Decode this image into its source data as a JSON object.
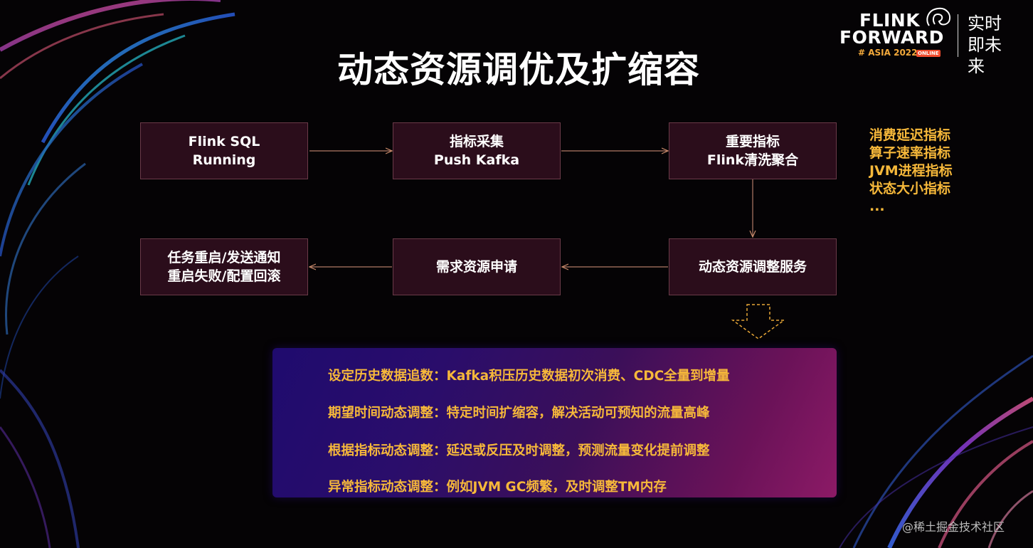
{
  "title": "动态资源调优及扩缩容",
  "logo": {
    "line1": "FLINK",
    "line2": "FORWARD",
    "event": "# ASIA 2022",
    "badge": "ONLINE",
    "slogan": "实时即未来"
  },
  "flow": {
    "box1": {
      "line1": "Flink SQL",
      "line2": "Running"
    },
    "box2": {
      "line1": "指标采集",
      "line2": "Push Kafka"
    },
    "box3": {
      "line1": "重要指标",
      "line2": "Flink清洗聚合"
    },
    "box4": {
      "line1": "动态资源调整服务"
    },
    "box5": {
      "line1": "需求资源申请"
    },
    "box6": {
      "line1": "任务重启/发送通知",
      "line2": "重启失败/配置回滚"
    }
  },
  "metrics": [
    "消费延迟指标",
    "算子速率指标",
    "JVM进程指标",
    "状态大小指标",
    "..."
  ],
  "adjustments": [
    "设定历史数据追数：Kafka积压历史数据初次消费、CDC全量到增量",
    "期望时间动态调整：特定时间扩缩容，解决活动可预知的流量高峰",
    "根据指标动态调整：延迟或反压及时调整，预测流量变化提前调整",
    "异常指标动态调整：例如JVM GC频繁，及时调整TM内存"
  ],
  "watermark": "@稀土掘金技术社区",
  "colors": {
    "accent": "#f6b83a",
    "box_fill": "#2b0d1b",
    "box_border": "#6a3a48"
  }
}
